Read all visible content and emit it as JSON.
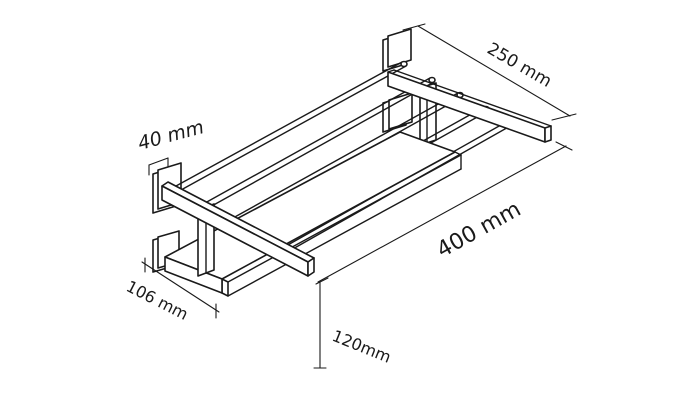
{
  "dimensions": {
    "depth": "250 mm",
    "width": "400 mm",
    "bracket_width": "40 mm",
    "bracket_depth": "106 mm",
    "height": "120mm"
  },
  "colors": {
    "line": "#1a1a1a",
    "background": "#ffffff"
  }
}
